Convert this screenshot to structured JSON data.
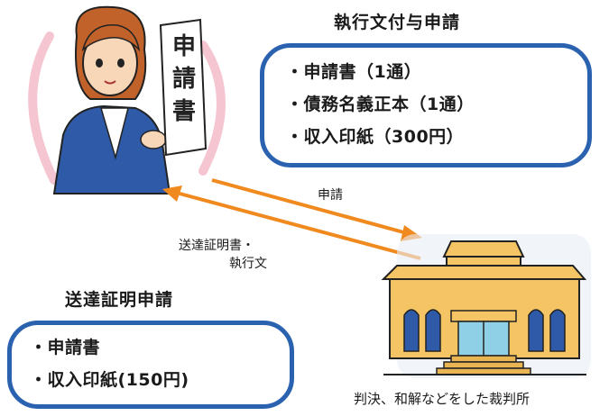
{
  "application": {
    "heading": "執行文付与申請",
    "items": [
      "・申請書（1通）",
      "・債務名義正本（1通）",
      "・収入印紙（300円）"
    ]
  },
  "service_certificate": {
    "heading": "送達証明申請",
    "items": [
      "・申請書",
      "・収入印紙(150円)"
    ]
  },
  "person": {
    "document_text": [
      "申",
      "請",
      "書"
    ]
  },
  "arrows": {
    "to_court_label": "申請",
    "from_court_label_line1": "送達証明書・",
    "from_court_label_line2": "執行文"
  },
  "court": {
    "caption": "判決、和解などをした裁判所"
  },
  "colors": {
    "box_border": "#2a62b0",
    "arrow": "#f0891e",
    "building": "#f4c465",
    "person_coat": "#2f5aa8"
  }
}
